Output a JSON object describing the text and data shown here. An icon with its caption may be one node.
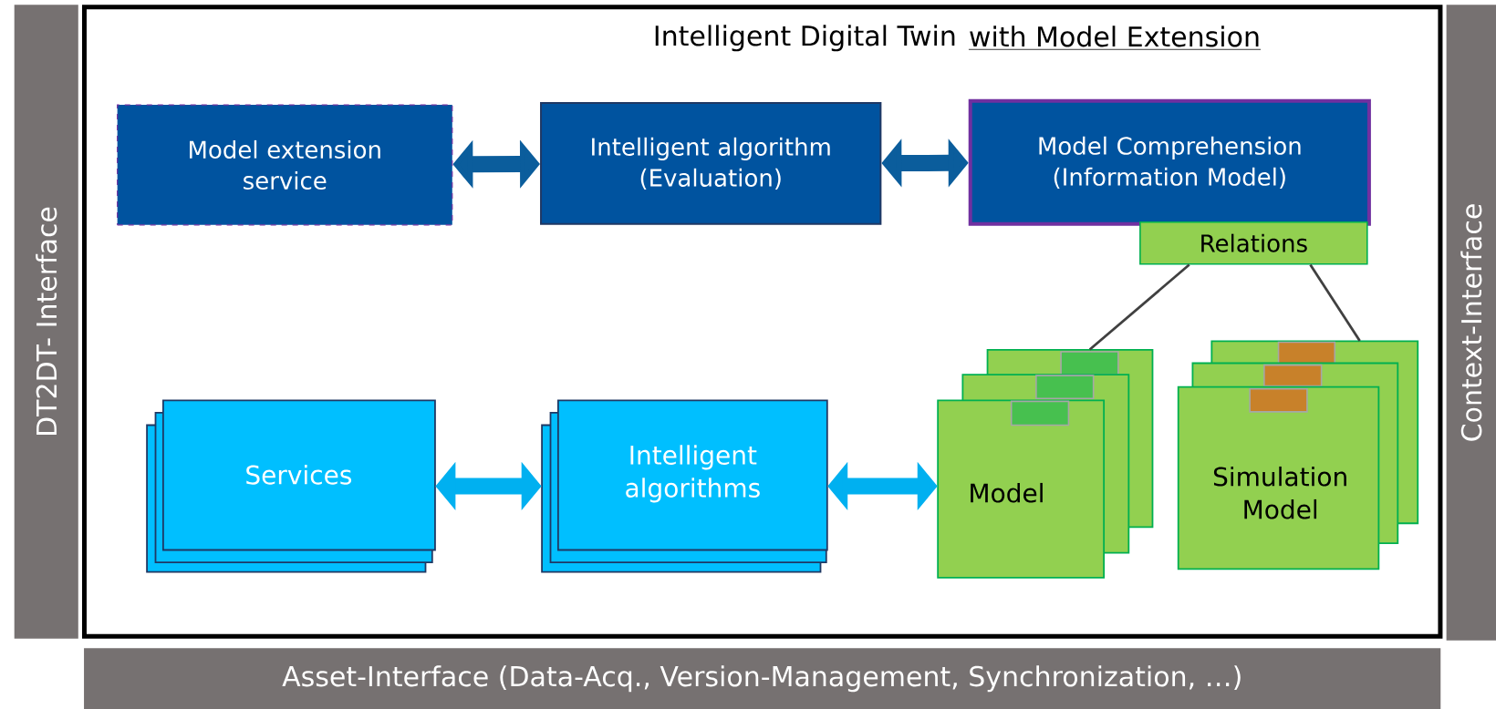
{
  "diagram": {
    "nodes": [
      {
        "text": [
          "DT2DT- Interface"
        ]
      },
      {
        "text": [
          "Context-Interface"
        ]
      },
      {
        "text": [
          "Asset-Interface (Data-Acq., Version-Management, Synchronization, …)"
        ]
      },
      {
        "text": [
          "Intelligent Digital Twin",
          "with Model Extension"
        ]
      },
      {
        "text": [
          "Model extension service"
        ],
        "in": 3
      },
      {
        "text": [
          "Intelligent algorithm (Evaluation)"
        ],
        "in": 3
      },
      {
        "text": [
          "Model Comprehension (Information Model)"
        ],
        "in": 3
      },
      {
        "text": [
          "Relations"
        ],
        "in": 3
      },
      {
        "text": [
          "Services"
        ],
        "in": 3
      },
      {
        "text": [
          "Intelligent algorithms"
        ],
        "in": 3
      },
      {
        "text": [
          "Model"
        ],
        "in": 3
      },
      {
        "text": [
          "Simulation Model"
        ],
        "in": 3
      }
    ],
    "edges": [
      {
        "from": 4,
        "to": 5,
        "arrow": "both",
        "color": "#0b5d9c"
      },
      {
        "from": 5,
        "to": 6,
        "arrow": "both",
        "color": "#0b5d9c"
      },
      {
        "from": 8,
        "to": 9,
        "arrow": "both",
        "color": "#00b0f0"
      },
      {
        "from": 9,
        "to": 10,
        "arrow": "both",
        "color": "#00b0f0"
      },
      {
        "from": 7,
        "to": 10,
        "arrow": "none",
        "color": "#404040"
      },
      {
        "from": 7,
        "to": 11,
        "arrow": "none",
        "color": "#404040"
      }
    ]
  }
}
